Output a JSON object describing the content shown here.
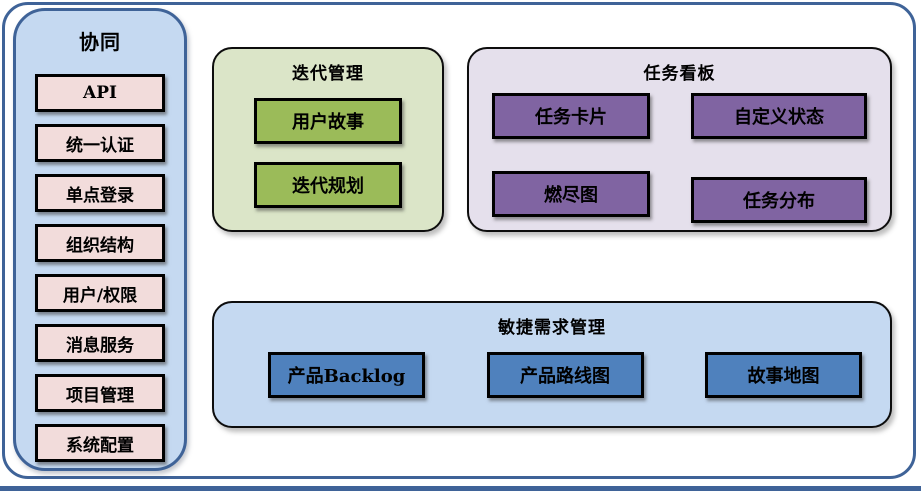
{
  "palette": {
    "frame_border": "#3f6398",
    "sidebar_bg": "#c5d9f1",
    "sidebar_item_bg": "#f2dcdb",
    "iteration_bg": "#dbe5c8",
    "iteration_item_bg": "#9bbb59",
    "kanban_bg": "#e5e0ec",
    "kanban_item_bg": "#8064a2",
    "requirements_bg": "#c5d9f1",
    "requirements_item_bg": "#4f81bd",
    "box_border": "#000000",
    "text": "#000000"
  },
  "sidebar": {
    "title": "协同",
    "items": [
      {
        "label": "API"
      },
      {
        "label": "统一认证"
      },
      {
        "label": "单点登录"
      },
      {
        "label": "组织结构"
      },
      {
        "label": "用户/权限"
      },
      {
        "label": "消息服务"
      },
      {
        "label": "项目管理"
      },
      {
        "label": "系统配置"
      }
    ]
  },
  "iteration": {
    "title": "迭代管理",
    "items": [
      {
        "label": "用户故事"
      },
      {
        "label": "迭代规划"
      }
    ]
  },
  "kanban": {
    "title": "任务看板",
    "items": [
      {
        "label": "任务卡片"
      },
      {
        "label": "自定义状态"
      },
      {
        "label": "燃尽图"
      },
      {
        "label": "任务分布"
      }
    ]
  },
  "requirements": {
    "title": "敏捷需求管理",
    "items": [
      {
        "label": "产品Backlog"
      },
      {
        "label": "产品路线图"
      },
      {
        "label": "故事地图"
      }
    ]
  }
}
